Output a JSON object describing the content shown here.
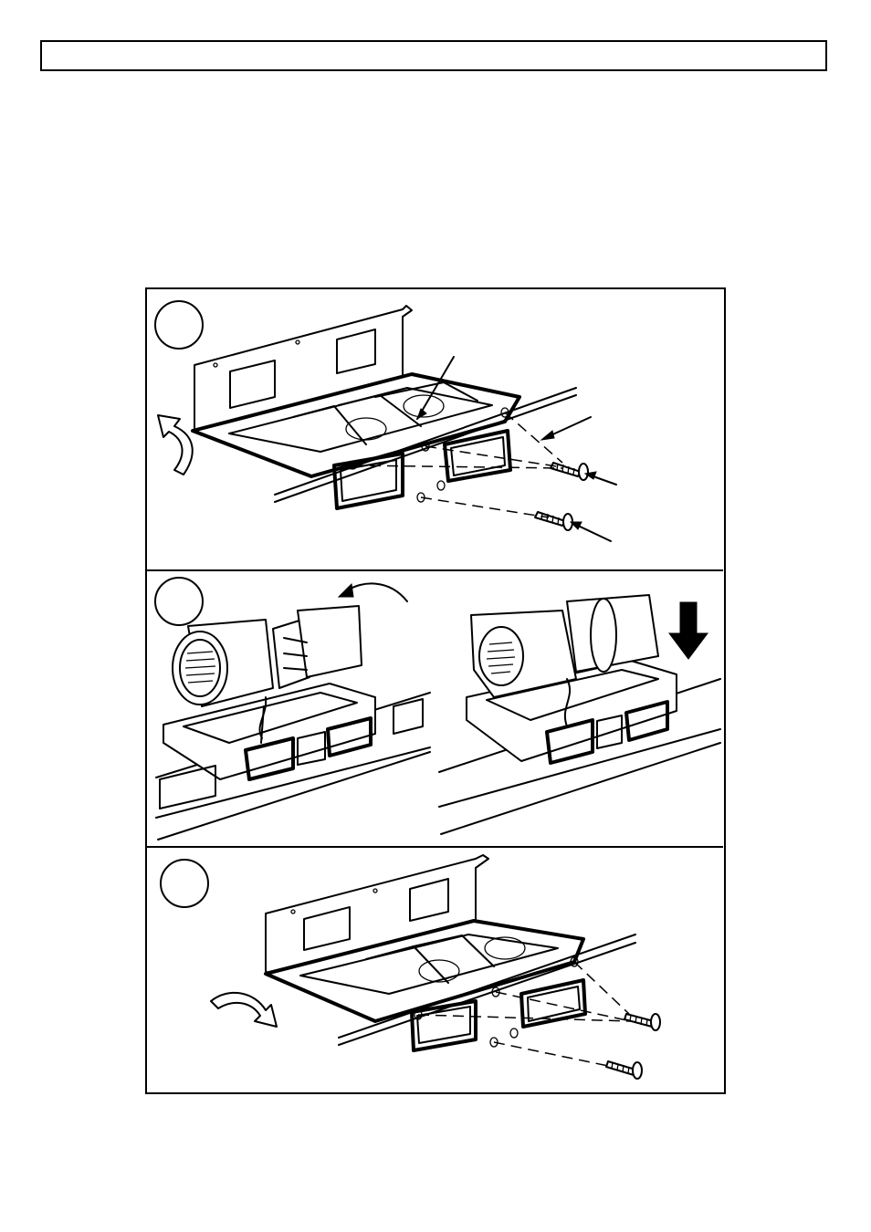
{
  "page": {
    "header_box_text": "",
    "figure": {
      "steps": [
        {
          "id": 1,
          "label": "",
          "description_icons": [
            "rotate-arrow-icon",
            "screw-icon",
            "pointer-arrow-icon"
          ]
        },
        {
          "id": 2,
          "label": "",
          "description_icons": [
            "rotate-arrow-icon",
            "down-arrow-icon"
          ]
        },
        {
          "id": 3,
          "label": "",
          "description_icons": [
            "rotate-arrow-icon",
            "screw-icon"
          ]
        }
      ]
    }
  }
}
